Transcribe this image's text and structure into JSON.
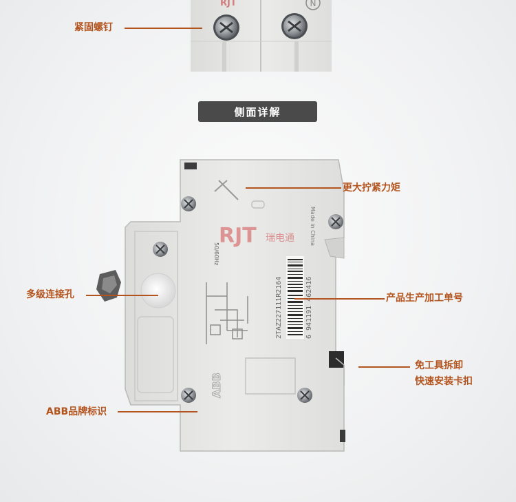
{
  "section_title": "侧面详解",
  "callouts": {
    "screw": "紧固螺钉",
    "torque": "更大拧紧力矩",
    "multi_hole": "多级连接孔",
    "serial": "产品生产加工单号",
    "tool_free_line1": "免工具拆卸",
    "tool_free_line2": "快速安装卡扣",
    "abb_brand": "ABB品牌标识"
  },
  "watermark": {
    "brand_letters": "RJT",
    "brand_text": "瑞电通"
  },
  "device_print": {
    "freq": "50/60Hz",
    "made_in": "Made in China",
    "model_code": "2TAZ227111R2164",
    "barcode_number": "6 941191 462416",
    "abb": "ABB",
    "terminal_n": "N"
  },
  "colors": {
    "accent": "#b3541e",
    "title_bg": "#4a4a4a",
    "device_body": "#e6e6e4"
  }
}
